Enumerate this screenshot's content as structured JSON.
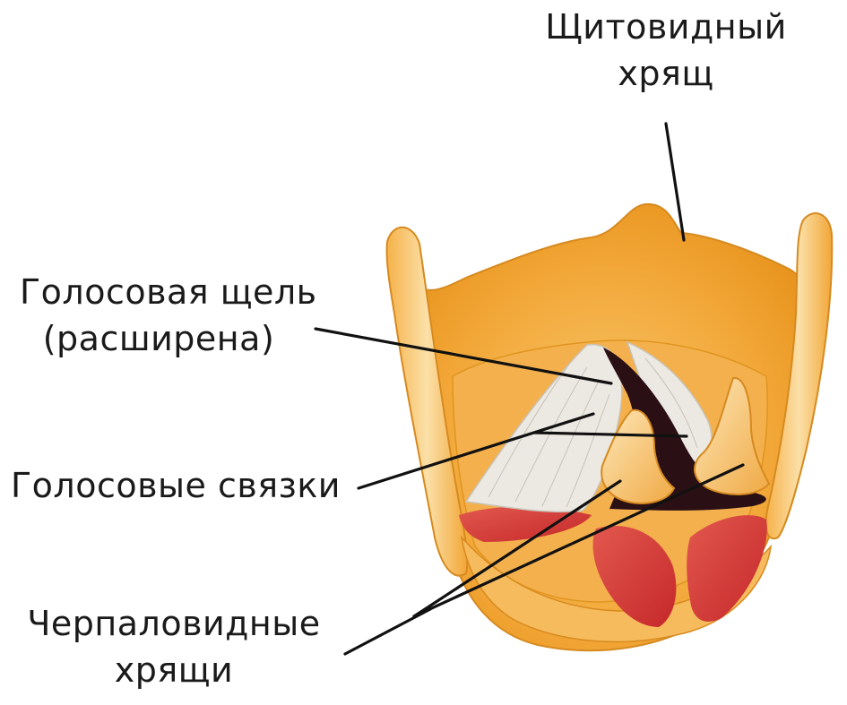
{
  "labels": {
    "thyroid_cartilage": [
      "Щитовидный",
      "хрящ"
    ],
    "glottis": [
      "Голосовая щель",
      "(расширена)"
    ],
    "vocal_cords": [
      "Голосовые связки"
    ],
    "arytenoid_cartilages": [
      "Черпаловидные",
      "хрящи"
    ]
  },
  "colors": {
    "cartilage": "#f4a83a",
    "cartilage_light": "#f8c97a",
    "cartilage_dark": "#d98a1f",
    "muscle": "#d9403a",
    "vocal_fold": "#e9e6df",
    "glottis": "#2a0f14",
    "leader_line": "#111111"
  }
}
